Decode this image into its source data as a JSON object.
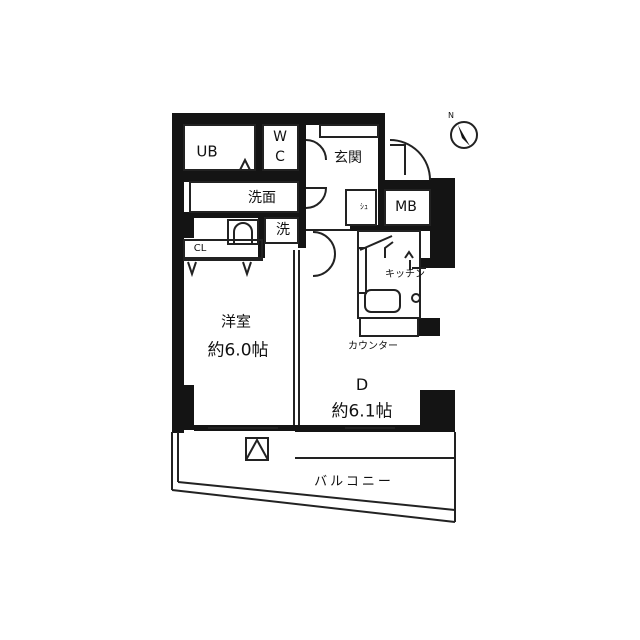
{
  "plan": {
    "compass": {
      "north_label": "N",
      "icon": "north-arrow-icon"
    },
    "rooms": {
      "ub": "UB",
      "wc_w": "W",
      "wc_c": "C",
      "genkan": "玄関",
      "senmen": "洗面",
      "sentaku": "洗",
      "shuno": "ｼｭ",
      "mb": "MB",
      "cl": "CL",
      "kitchen": "キッチン",
      "counter": "カウンター",
      "yoshitsu": "洋室",
      "yoshitsu_size": "約6.0帖",
      "dining": "D",
      "dining_size": "約6.1帖",
      "balcony": "バルコニー"
    },
    "colors": {
      "wall": "#141414",
      "line": "#222222",
      "background": "#ffffff"
    }
  }
}
